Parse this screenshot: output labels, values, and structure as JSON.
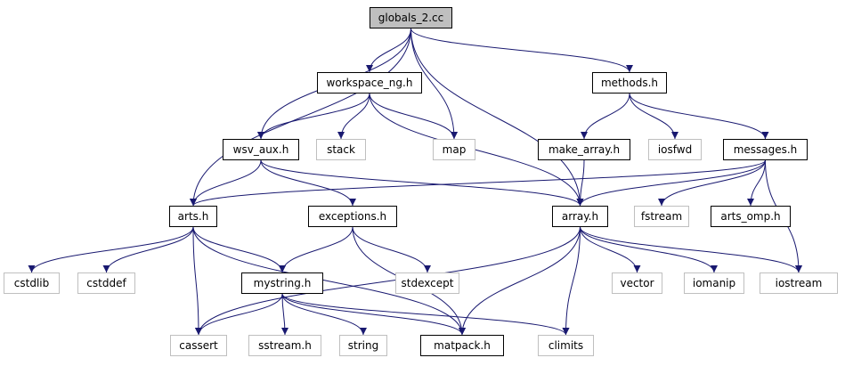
{
  "graph": {
    "edge_color": "#191970",
    "root_fill": "#bfbfbf",
    "system_border": "#bfbfbf",
    "nodes": [
      {
        "id": "globals_2",
        "label": "globals_2.cc",
        "kind": "root"
      },
      {
        "id": "workspace_ng",
        "label": "workspace_ng.h",
        "kind": "local"
      },
      {
        "id": "methods",
        "label": "methods.h",
        "kind": "local"
      },
      {
        "id": "wsv_aux",
        "label": "wsv_aux.h",
        "kind": "local"
      },
      {
        "id": "stack",
        "label": "stack",
        "kind": "system"
      },
      {
        "id": "map",
        "label": "map",
        "kind": "system"
      },
      {
        "id": "make_array",
        "label": "make_array.h",
        "kind": "local"
      },
      {
        "id": "iosfwd",
        "label": "iosfwd",
        "kind": "system"
      },
      {
        "id": "messages",
        "label": "messages.h",
        "kind": "local"
      },
      {
        "id": "arts",
        "label": "arts.h",
        "kind": "local"
      },
      {
        "id": "exceptions",
        "label": "exceptions.h",
        "kind": "local"
      },
      {
        "id": "array",
        "label": "array.h",
        "kind": "local"
      },
      {
        "id": "fstream",
        "label": "fstream",
        "kind": "system"
      },
      {
        "id": "arts_omp",
        "label": "arts_omp.h",
        "kind": "local"
      },
      {
        "id": "cstdlib",
        "label": "cstdlib",
        "kind": "system"
      },
      {
        "id": "cstddef",
        "label": "cstddef",
        "kind": "system"
      },
      {
        "id": "mystring",
        "label": "mystring.h",
        "kind": "local"
      },
      {
        "id": "stdexcept",
        "label": "stdexcept",
        "kind": "system"
      },
      {
        "id": "vector",
        "label": "vector",
        "kind": "system"
      },
      {
        "id": "iomanip",
        "label": "iomanip",
        "kind": "system"
      },
      {
        "id": "iostream",
        "label": "iostream",
        "kind": "system"
      },
      {
        "id": "cassert",
        "label": "cassert",
        "kind": "system"
      },
      {
        "id": "sstream",
        "label": "sstream.h",
        "kind": "system"
      },
      {
        "id": "string",
        "label": "string",
        "kind": "system"
      },
      {
        "id": "matpack",
        "label": "matpack.h",
        "kind": "local"
      },
      {
        "id": "climits",
        "label": "climits",
        "kind": "system"
      }
    ],
    "edges": [
      [
        "globals_2",
        "workspace_ng"
      ],
      [
        "globals_2",
        "methods"
      ],
      [
        "globals_2",
        "wsv_aux"
      ],
      [
        "globals_2",
        "map"
      ],
      [
        "globals_2",
        "arts"
      ],
      [
        "globals_2",
        "array"
      ],
      [
        "workspace_ng",
        "wsv_aux"
      ],
      [
        "workspace_ng",
        "stack"
      ],
      [
        "workspace_ng",
        "map"
      ],
      [
        "workspace_ng",
        "array"
      ],
      [
        "methods",
        "make_array"
      ],
      [
        "methods",
        "iosfwd"
      ],
      [
        "methods",
        "messages"
      ],
      [
        "wsv_aux",
        "arts"
      ],
      [
        "wsv_aux",
        "exceptions"
      ],
      [
        "wsv_aux",
        "array"
      ],
      [
        "make_array",
        "array"
      ],
      [
        "messages",
        "arts"
      ],
      [
        "messages",
        "array"
      ],
      [
        "messages",
        "fstream"
      ],
      [
        "messages",
        "arts_omp"
      ],
      [
        "messages",
        "iostream"
      ],
      [
        "arts",
        "cstdlib"
      ],
      [
        "arts",
        "cstddef"
      ],
      [
        "arts",
        "mystring"
      ],
      [
        "arts",
        "cassert"
      ],
      [
        "arts",
        "matpack"
      ],
      [
        "exceptions",
        "mystring"
      ],
      [
        "exceptions",
        "stdexcept"
      ],
      [
        "exceptions",
        "matpack"
      ],
      [
        "array",
        "cassert"
      ],
      [
        "array",
        "vector"
      ],
      [
        "array",
        "iomanip"
      ],
      [
        "array",
        "iostream"
      ],
      [
        "array",
        "matpack"
      ],
      [
        "array",
        "climits"
      ],
      [
        "mystring",
        "cassert"
      ],
      [
        "mystring",
        "sstream"
      ],
      [
        "mystring",
        "string"
      ],
      [
        "mystring",
        "matpack"
      ],
      [
        "mystring",
        "climits"
      ]
    ]
  }
}
